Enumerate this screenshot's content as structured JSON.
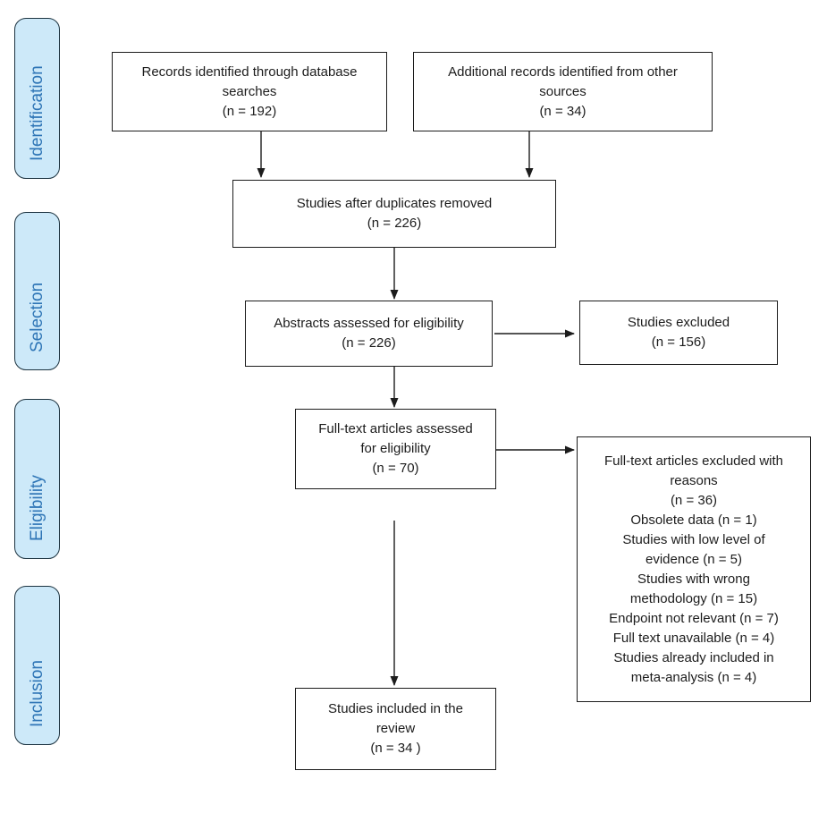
{
  "colors": {
    "canvas_bg": "#ffffff",
    "stage_fill": "#cde9f9",
    "stage_border": "#1c3340",
    "stage_text": "#2e75b6",
    "box_fill": "#ffffff",
    "box_border": "#1c1c1c",
    "box_text": "#1c1c1c",
    "arrow": "#1c1c1c"
  },
  "sidebar": {
    "stages": [
      {
        "label": "Identification"
      },
      {
        "label": "Selection"
      },
      {
        "label": "Eligibility"
      },
      {
        "label": "Inclusion"
      }
    ]
  },
  "flow": {
    "records_identified": {
      "lines": [
        "Records identified through database",
        "searches",
        "(n = 192)"
      ]
    },
    "additional_records": {
      "lines": [
        "Additional records identified from other",
        "sources",
        "(n = 34)"
      ]
    },
    "after_duplicates": {
      "lines": [
        "Studies after duplicates removed",
        "(n = 226)"
      ]
    },
    "abstracts_assessed": {
      "lines": [
        "Abstracts assessed for eligibility",
        "(n = 226)"
      ]
    },
    "studies_excluded": {
      "lines": [
        "Studies excluded",
        "(n = 156)"
      ]
    },
    "fulltext_assessed": {
      "lines": [
        "Full-text articles assessed",
        "for eligibility",
        "(n = 70)"
      ]
    },
    "fulltext_excluded": {
      "lines": [
        "Full-text articles excluded with",
        "reasons",
        "(n = 36)",
        "Obsolete data (n = 1)",
        "Studies with low level of",
        "evidence (n = 5)",
        "Studies with wrong",
        "methodology (n = 15)",
        "Endpoint not relevant (n = 7)",
        "Full text unavailable (n = 4)",
        "Studies already included in",
        "meta-analysis (n = 4)"
      ]
    },
    "studies_included": {
      "lines": [
        "Studies included in the",
        "review",
        "(n = 34 )"
      ]
    }
  }
}
